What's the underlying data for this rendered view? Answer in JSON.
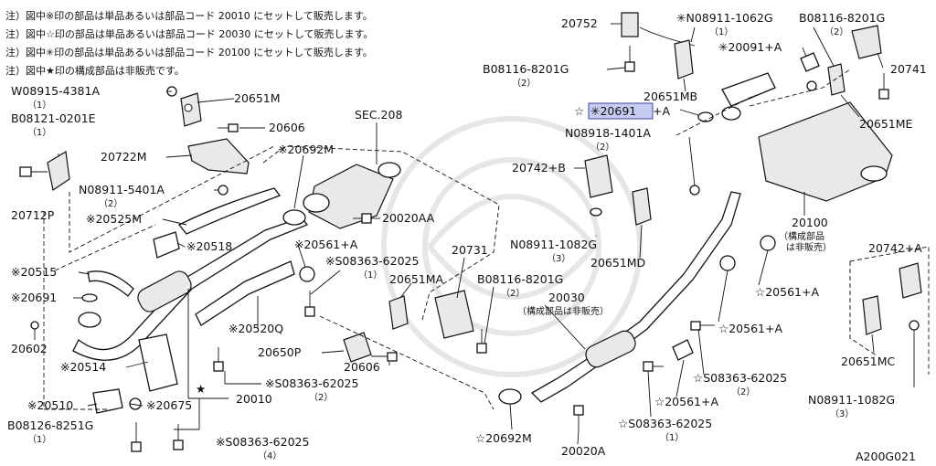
{
  "notes": [
    "注）図中※印の部品は単品あるいは部品コード 20010 にセットして販売します。",
    "注）図中☆印の部品は単品あるいは部品コード 20030 にセットして販売します。",
    "注）図中✳印の部品は単品あるいは部品コード 20100 にセットして販売します。",
    "注）図中★印の構成部品は非販売です。"
  ],
  "labels": {
    "w08915": "W08915-4381A",
    "b08121": "B08121-0201E",
    "p20651m": "20651M",
    "p20606a": "20606",
    "p20722m": "20722M",
    "n08911_5401": "N08911-5401A",
    "p20712p": "20712P",
    "p20525m": "※20525M",
    "p20518": "※20518",
    "p20515": "※20515",
    "p20691": "※20691",
    "p20602": "20602",
    "p20514": "※20514",
    "p20510": "※20510",
    "p20675": "※20675",
    "b08126": "B08126-8251G",
    "s08363_b": "※S08363-62025",
    "sec208": "SEC.208",
    "p20692m": "※20692M",
    "p20020aa": "20020AA",
    "p20561a1": "※20561+A",
    "s08363_a": "※S08363-62025",
    "p20520q": "※20520Q",
    "p20650p": "20650P",
    "p20606b": "20606",
    "s08363_c": "※S08363-62025",
    "p20010": "20010",
    "p20731": "20731",
    "p20651ma": "20651MA",
    "n08911_1082a": "N08911-1082G",
    "b08116_a": "B08116-8201G",
    "p20651md": "20651MD",
    "p20030": "20030",
    "p20030_note": "（構成部品は非販売）",
    "p20692m_b": "☆20692M",
    "p20020a": "20020A",
    "p20752": "20752",
    "n08911_1062": "✳N08911-1062G",
    "b08116_b": "B08116-8201G",
    "b08116_c": "B08116-8201G",
    "p20091a": "✳20091+A",
    "p20741": "20741",
    "p20651mb": "20651MB",
    "p20691a_hl": "✳20691",
    "p20691a_suffix": "+A",
    "p20691a_star": "☆",
    "p20651me": "20651ME",
    "n08918": "N08918-1401A",
    "p20742b": "20742+B",
    "p20100": "20100",
    "p20100_note1": "（構成部品",
    "p20100_note2": "は非販売）",
    "p20742a": "20742+A",
    "p20561a_r": "☆20561+A",
    "p20561a_m": "☆20561+A",
    "s08363_d": "☆S08363-62025",
    "p20561a_l": "☆20561+A",
    "s08363_e": "☆S08363-62025",
    "p20651mc": "20651MC",
    "n08911_1082b": "N08911-1082G",
    "diagram_code": "A200G021"
  },
  "qty": {
    "w08915": "（1）",
    "b08121": "（1）",
    "n08911_5401": "（2）",
    "b08126": "（1）",
    "s08363_b": "（4）",
    "s08363_a": "（1）",
    "s08363_c": "（2）",
    "n08911_1082a": "（3）",
    "b08116_a": "（2）",
    "n08911_1062": "（1）",
    "b08116_b": "（2）",
    "b08116_c": "（2）",
    "n08918": "（2）",
    "s08363_d": "（2）",
    "s08363_e": "（1）",
    "n08911_1082b": "（3）"
  },
  "colors": {
    "highlight": "#c7ccf2",
    "line": "#111111"
  },
  "selected_part": "20691+A"
}
